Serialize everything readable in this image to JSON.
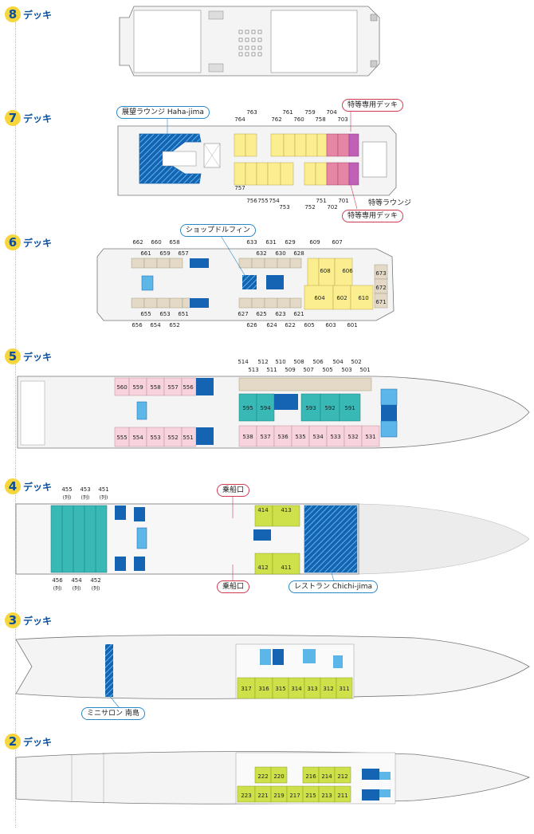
{
  "decks": [
    {
      "num": "8",
      "name": "デッキ"
    },
    {
      "num": "7",
      "name": "デッキ"
    },
    {
      "num": "6",
      "name": "デッキ"
    },
    {
      "num": "5",
      "name": "デッキ"
    },
    {
      "num": "4",
      "name": "デッキ"
    },
    {
      "num": "3",
      "name": "デッキ"
    },
    {
      "num": "2",
      "name": "デッキ"
    }
  ],
  "callouts": {
    "hahajima_lounge": "展望ラウンジ Haha-jima",
    "special_deck_top": "特等専用デッキ",
    "special_lounge": "特等ラウンジ",
    "special_deck_bottom": "特等専用デッキ",
    "shop_dolphin": "ショップドルフィン",
    "boarding_top": "乗船口",
    "boarding_bottom": "乗船口",
    "restaurant": "レストラン Chichi-jima",
    "mini_salon": "ミニサロン 南島"
  },
  "colors": {
    "yellow": "#fbee8e",
    "pink": "#e586a4",
    "magenta": "#c060b6",
    "beige": "#e3d9c6",
    "lightpink": "#f7d4dd",
    "teal": "#38b9b6",
    "lime": "#cfe14a",
    "blue": "#1564b3",
    "lightblue": "#5cb7e8",
    "grey": "#ececec"
  },
  "deck7": {
    "top_nums": [
      "764",
      "763",
      "762",
      "761",
      "760",
      "759",
      "758",
      "704",
      "703"
    ],
    "bottom_nums": [
      "757",
      "756",
      "755",
      "754",
      "753",
      "752",
      "751",
      "702",
      "701"
    ]
  },
  "deck6": {
    "top_nums": [
      "662",
      "660",
      "658",
      "633",
      "631",
      "629",
      "609",
      "607"
    ],
    "top2_nums": [
      "661",
      "659",
      "657",
      "632",
      "630",
      "628"
    ],
    "bottom2_nums": [
      "655",
      "653",
      "651",
      "627",
      "625",
      "623",
      "621"
    ],
    "bottom_nums": [
      "656",
      "654",
      "652",
      "626",
      "624",
      "622",
      "605",
      "603",
      "601"
    ],
    "cabin_nums": [
      "608",
      "606",
      "604",
      "602",
      "610",
      "673",
      "672",
      "671"
    ]
  },
  "deck5": {
    "top_nums": [
      "514",
      "512",
      "510",
      "508",
      "506",
      "504",
      "502"
    ],
    "top2_nums": [
      "513",
      "511",
      "509",
      "507",
      "505",
      "503",
      "501"
    ],
    "top_left_cabins": [
      "560",
      "559",
      "558",
      "557",
      "556"
    ],
    "bottom_left_cabins": [
      "555",
      "554",
      "553",
      "552",
      "551"
    ],
    "teal_cabins": [
      "595",
      "594",
      "593",
      "592",
      "591"
    ],
    "bottom_right_cabins": [
      "538",
      "537",
      "536",
      "535",
      "534",
      "533",
      "532",
      "531"
    ]
  },
  "deck4": {
    "top_nums": [
      "455",
      "453",
      "451"
    ],
    "top_sub": [
      "(列)",
      "(列)",
      "(列)"
    ],
    "bottom_nums": [
      "456",
      "454",
      "452"
    ],
    "bottom_sub": [
      "(列)",
      "(列)",
      "(列)"
    ],
    "cabins": [
      "414",
      "413",
      "412",
      "411"
    ]
  },
  "deck3": {
    "cabins": [
      "317",
      "316",
      "315",
      "314",
      "313",
      "312",
      "311"
    ]
  },
  "deck2": {
    "top_cabins": [
      "222",
      "220",
      "216",
      "214",
      "212"
    ],
    "bottom_cabins": [
      "223",
      "221",
      "219",
      "217",
      "215",
      "213",
      "211"
    ]
  }
}
